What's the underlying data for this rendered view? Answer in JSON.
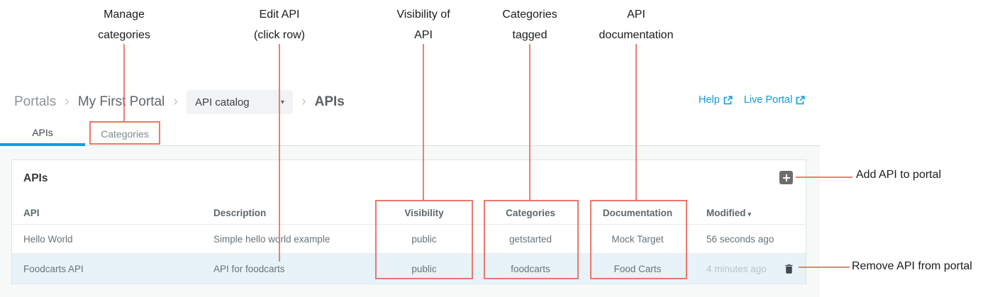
{
  "breadcrumb": {
    "items": [
      "Portals",
      "My First Portal"
    ],
    "dropdown_value": "API catalog",
    "current": "APIs"
  },
  "header_links": {
    "help": "Help",
    "live_portal": "Live Portal"
  },
  "tabs": [
    {
      "label": "APIs",
      "active": true
    },
    {
      "label": "Categories",
      "active": false
    }
  ],
  "panel": {
    "title": "APIs"
  },
  "table": {
    "columns": [
      "API",
      "Description",
      "Visibility",
      "Categories",
      "Documentation",
      "Modified"
    ],
    "sorted_column": "Modified",
    "sort_direction": "desc",
    "rows": [
      {
        "api": "Hello World",
        "description": "Simple hello world example",
        "visibility": "public",
        "categories": "getstarted",
        "documentation": "Mock Target",
        "modified": "56 seconds ago",
        "highlighted": false
      },
      {
        "api": "Foodcarts API",
        "description": "API for foodcarts",
        "visibility": "public",
        "categories": "foodcarts",
        "documentation": "Food Carts",
        "modified": "4 minutes ago",
        "highlighted": true
      }
    ]
  },
  "annotations": {
    "callouts": [
      {
        "line1": "Manage",
        "line2": "categories"
      },
      {
        "line1": "Edit API",
        "line2": "(click row)"
      },
      {
        "line1": "Visibility of",
        "line2": "API"
      },
      {
        "line1": "Categories",
        "line2": "tagged"
      },
      {
        "line1": "API",
        "line2": "documentation"
      }
    ],
    "add_label": "Add API to portal",
    "remove_label": "Remove API from portal"
  },
  "icons": {
    "add_button": "plus-icon",
    "remove_button": "trash-icon",
    "external_link": "external-link-icon",
    "dropdown": "chevron-down-icon",
    "sort": "caret-down-icon"
  },
  "colors": {
    "annotation_red": "#e96a5c",
    "link_blue": "#0e9bd8",
    "active_tab_blue": "#07a0e0",
    "row_highlight": "#e7f2f9",
    "content_background": "#f7f9f9"
  }
}
